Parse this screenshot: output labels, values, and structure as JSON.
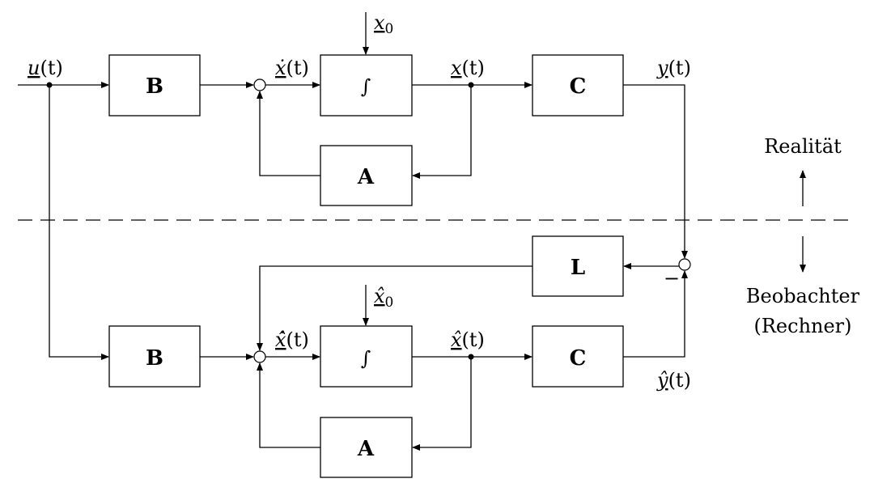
{
  "blocks": {
    "B": "B",
    "A": "A",
    "C": "C",
    "L": "L",
    "integrator": "∫"
  },
  "signals": {
    "u": {
      "var": "u",
      "arg": "(t)"
    },
    "xdot": {
      "var": "ẋ",
      "arg": "(t)"
    },
    "x": {
      "var": "x",
      "arg": "(t)"
    },
    "y": {
      "var": "y",
      "arg": "(t)"
    },
    "x0": {
      "var": "x",
      "sub": "0"
    },
    "xhatdot": {
      "var": "x̂̇",
      "arg": "(t)"
    },
    "xhat": {
      "var": "x̂",
      "arg": "(t)"
    },
    "yhat": {
      "var": "ŷ",
      "arg": "(t)"
    },
    "xhat0": {
      "var": "x̂",
      "sub": "0"
    },
    "minus": "−"
  },
  "regions": {
    "reality": "Realität",
    "observer_line1": "Beobachter",
    "observer_line2": "(Rechner)"
  }
}
